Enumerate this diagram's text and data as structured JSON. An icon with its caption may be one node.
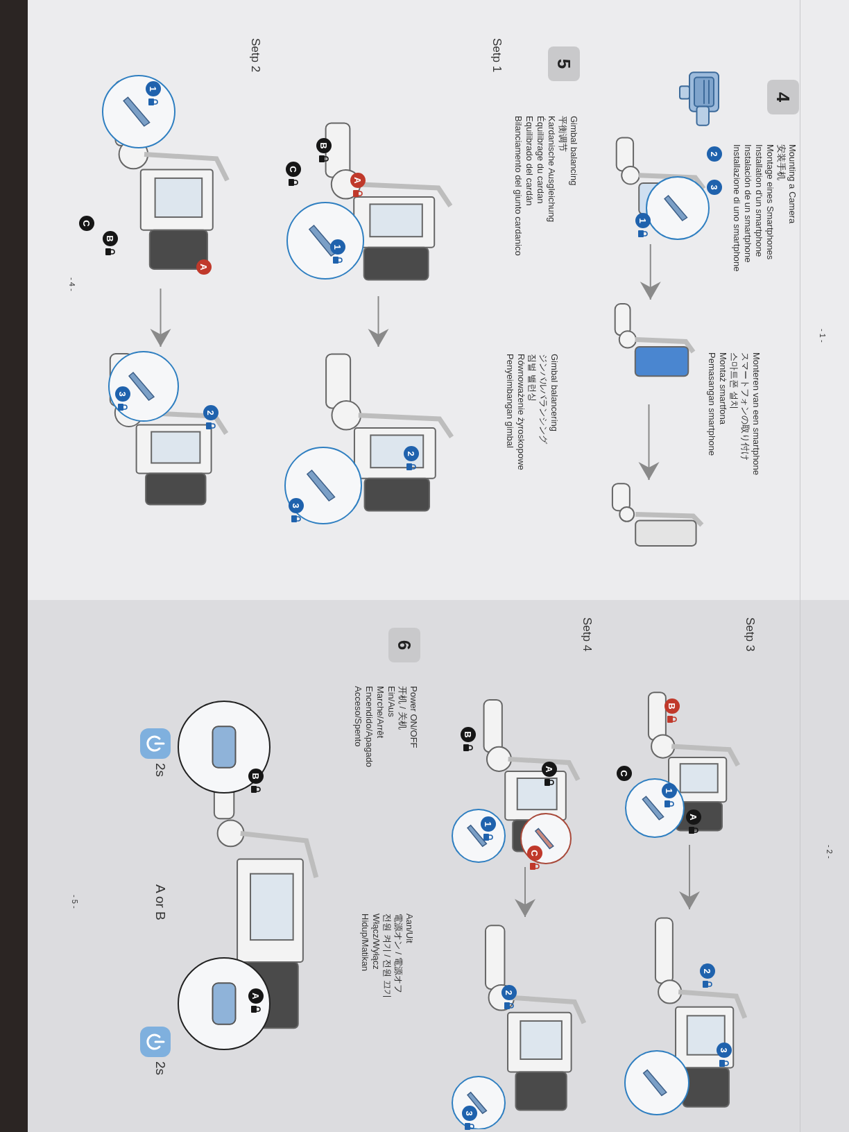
{
  "diagram": {
    "nodes": [
      {
        "text": [
          "4"
        ]
      },
      {
        "text": [
          "5"
        ]
      },
      {
        "text": [
          "6"
        ]
      },
      {
        "text": [],
        "shape": "picture"
      },
      {
        "text": [],
        "shape": "picture"
      },
      {
        "text": [],
        "shape": "picture"
      },
      {
        "text": [],
        "shape": "picture"
      },
      {
        "text": [],
        "shape": "picture"
      },
      {
        "text": [],
        "shape": "picture"
      },
      {
        "text": [],
        "shape": "picture"
      },
      {
        "text": [],
        "shape": "picture"
      },
      {
        "text": [],
        "shape": "picture"
      },
      {
        "text": [],
        "shape": "picture"
      },
      {
        "text": [],
        "shape": "picture"
      },
      {
        "text": [],
        "shape": "picture"
      },
      {
        "text": [],
        "shape": "picture"
      },
      {
        "text": [
          "2"
        ]
      },
      {
        "text": [
          "3"
        ]
      },
      {
        "text": [
          "1"
        ],
        "in": 4
      },
      {
        "text": [
          "B"
        ],
        "in": 7
      },
      {
        "text": [
          "C"
        ],
        "in": 7
      },
      {
        "text": [
          "A"
        ],
        "in": 7
      },
      {
        "text": [
          "1"
        ],
        "in": 7
      },
      {
        "text": [
          "2"
        ],
        "in": 8
      },
      {
        "text": [
          "3"
        ],
        "in": 8
      },
      {
        "text": [
          "1"
        ],
        "in": 9
      },
      {
        "text": [
          "C"
        ]
      },
      {
        "text": [
          "B"
        ],
        "in": 9
      },
      {
        "text": [
          "A"
        ]
      },
      {
        "text": [
          "3"
        ],
        "in": 10
      },
      {
        "text": [
          "2"
        ],
        "in": 10
      },
      {
        "text": [
          "B"
        ],
        "in": 11
      },
      {
        "text": [
          "C"
        ]
      },
      {
        "text": [
          "1"
        ],
        "in": 11
      },
      {
        "text": [
          "A"
        ],
        "in": 11
      },
      {
        "text": [
          "2"
        ],
        "in": 12
      },
      {
        "text": [
          "3"
        ],
        "in": 12
      },
      {
        "text": [
          "B"
        ],
        "in": 13
      },
      {
        "text": [
          "A"
        ],
        "in": 13
      },
      {
        "text": [
          "1"
        ],
        "in": 13
      },
      {
        "text": [
          "C"
        ],
        "in": 13
      },
      {
        "text": [
          "2"
        ],
        "in": 14
      },
      {
        "text": [
          "3"
        ],
        "in": 14
      },
      {
        "text": [
          "B"
        ],
        "in": 15
      },
      {
        "text": [
          "A"
        ],
        "in": 15
      }
    ],
    "edges": [
      {
        "from": 4,
        "to": 5,
        "arrow": "to"
      },
      {
        "from": 5,
        "to": 6,
        "arrow": "to"
      },
      {
        "from": 7,
        "to": 8,
        "arrow": "to"
      },
      {
        "from": 9,
        "to": 10,
        "arrow": "to"
      },
      {
        "from": 11,
        "to": 12,
        "arrow": "to"
      },
      {
        "from": 13,
        "to": 14,
        "arrow": "to"
      }
    ],
    "labels": [
      "- 1 -",
      "- 2 -",
      "Mounting a Camera",
      "安装手机",
      "Montage eines Smartphones",
      "Installation d'un smartphone",
      "Instalación de un smartphone",
      "Installazione di uno smartphone",
      "Monteren van een smartphone",
      "スマートフォンの取り付け",
      "스마트폰 설치",
      "Montaż smartfona",
      "Pemasangan smartphone",
      "Gimbal balancing",
      "平衡调节",
      "Kardanische Ausgleichung",
      "Équilibrage du cardan",
      "Equilibrado del cardán",
      "Bilanciamento del giunto cardanico",
      "Gimbal balancering",
      "ジンバルバランシング",
      "짐벌 밸런싱",
      "Równoważenie żyroskopowe",
      "Penyeimbangan gimbal",
      "Setp 1",
      "Setp 2",
      "- 4 -",
      "Setp 3",
      "Setp 4",
      "Power ON/OFF",
      "开机 / 关机",
      "Ein/Aus",
      "Marche/Arrêt",
      "Encendido/Apagado",
      "Acceso/Spento",
      "Aan/Uit",
      "電源オン / 電源オフ",
      "전원 켜기 / 전원 끄기",
      "Włącz/Wyłącz",
      "Hidup/Matikan",
      "2s",
      "A or B",
      "2s",
      "- 5 -"
    ]
  }
}
